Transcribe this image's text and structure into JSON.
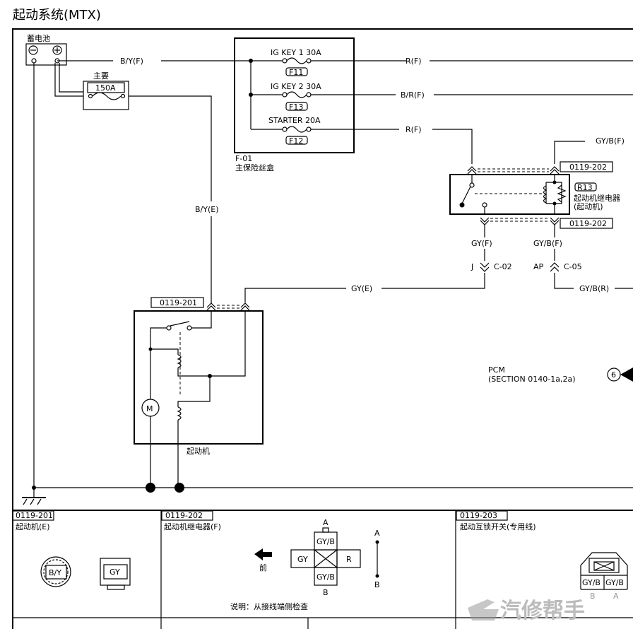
{
  "title": "起动系统(MTX)",
  "battery": {
    "label": "蓄电池"
  },
  "main_fuse": {
    "label": "主要",
    "rating": "150A"
  },
  "fuse_box": {
    "id": "F-01",
    "name": "主保险丝盒",
    "fuses": [
      {
        "name": "IG KEY 1 30A",
        "code": "F11"
      },
      {
        "name": "IG KEY 2 30A",
        "code": "F13"
      },
      {
        "name": "STARTER 20A",
        "code": "F12"
      }
    ]
  },
  "wires": {
    "by_f": "B/Y(F)",
    "rf1": "R(F)",
    "brf": "B/R(F)",
    "rf2": "R(F)",
    "gybf_top": "GY/B(F)",
    "bye": "B/Y(E)",
    "gyf": "GY/F)",
    "gyf_label": "GY(F)",
    "gybf_mid": "GY/B(F)",
    "gye": "GY(E)",
    "gybr": "GY/B(R)"
  },
  "relay": {
    "connector_top": "0119-202",
    "connector_bottom": "0119-202",
    "code": "R13",
    "name": "起动机继电器",
    "sub": "(起动机)"
  },
  "splices": {
    "j": "J",
    "c02": "C-02",
    "ap": "AP",
    "c05": "C-05"
  },
  "starter": {
    "connector": "0119-201",
    "label": "起动机",
    "motor": "M"
  },
  "pcm": {
    "line1": "PCM",
    "line2": "(SECTION 0140-1a,2a)",
    "ref": "6"
  },
  "bottom": {
    "panels": [
      {
        "id": "0119-201",
        "name": "起动机(E)",
        "pins": [
          "B/Y",
          "GY"
        ]
      },
      {
        "id": "0119-202",
        "name": "起动机继电器(F)",
        "front": "前",
        "cross": {
          "top": "A",
          "bottom": "B",
          "up": "GY/B",
          "left": "GY",
          "right": "R",
          "down": "GY/B"
        },
        "side": {
          "top": "A",
          "bottom": "B"
        },
        "note": "说明：从接线端侧检查"
      },
      {
        "id": "0119-203",
        "name": "起动互锁开关(专用线)",
        "pins": [
          "GY/B",
          "GY/B"
        ],
        "pin_letters": [
          "B",
          "A"
        ]
      }
    ]
  },
  "watermark": "汽修帮手"
}
